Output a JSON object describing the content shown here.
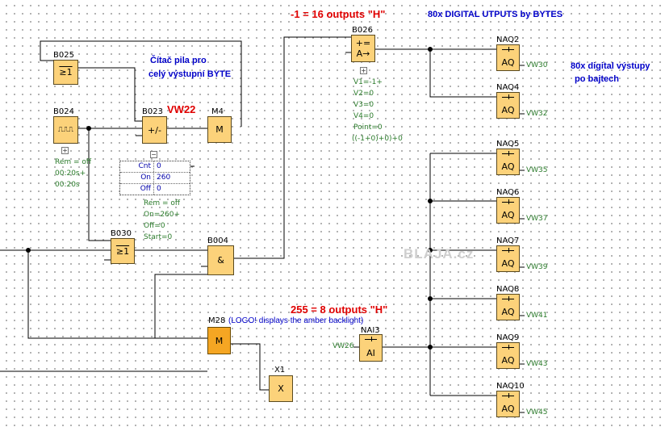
{
  "annotations": {
    "top_red": "-1 = 16 outputs \"H\"",
    "top_blue": "80x DIGITAL UTPUTS by BYTES",
    "right_blue_line1": "80x digital výstupy",
    "right_blue_line2": "po bajtech",
    "counter_note_line1": "Čítač pila pro",
    "counter_note_line2": "celý výstupní BYTE",
    "vw22": "VW22",
    "mid_red": "255 = 8 outputs \"H\"",
    "m28_note": "(LOGO! displays the amber backlight)",
    "watermark": "BLAJA.cz"
  },
  "blocks": {
    "b025": {
      "name": "B025",
      "symbol": "≥1"
    },
    "b024": {
      "name": "B024",
      "symbol": "⎍⎍⎍"
    },
    "b023": {
      "name": "B023",
      "symbol": "+/-"
    },
    "m4": {
      "name": "M4",
      "symbol": "M"
    },
    "b030": {
      "name": "B030",
      "symbol": "≥1"
    },
    "b004": {
      "name": "B004",
      "symbol": "&"
    },
    "m28": {
      "name": "M28",
      "symbol": "M"
    },
    "x1": {
      "name": "X1",
      "symbol": "X"
    },
    "nai3": {
      "name": "NAI3",
      "symbol": "AI"
    },
    "b026": {
      "name": "B026",
      "symbol_top": "+=",
      "symbol_bottom": "A→"
    }
  },
  "b024_params": {
    "line1": "Rem = off",
    "line2": "00:20s+",
    "line3": "00:20s"
  },
  "b023_params": {
    "line1": "Rem = off",
    "line2": "On=260+",
    "line3": "Off=0",
    "line4": "Start=0"
  },
  "b023_table": [
    {
      "key": "Cnt",
      "value": "0"
    },
    {
      "key": "On",
      "value": "260"
    },
    {
      "key": "Off",
      "value": "0"
    }
  ],
  "b026_params": {
    "line1": "V1=-1+",
    "line2": "V2=0",
    "line3": "V3=0",
    "line4": "V4=0",
    "line5": "Point=0",
    "line6": "((-1+0)+0)+0"
  },
  "nai3_input": "VW26",
  "outputs": [
    {
      "name": "NAQ2",
      "symbol": "AQ",
      "vw": "VW30"
    },
    {
      "name": "NAQ4",
      "symbol": "AQ",
      "vw": "VW32"
    },
    {
      "name": "NAQ5",
      "symbol": "AQ",
      "vw": "VW35"
    },
    {
      "name": "NAQ6",
      "symbol": "AQ",
      "vw": "VW37"
    },
    {
      "name": "NAQ7",
      "symbol": "AQ",
      "vw": "VW39"
    },
    {
      "name": "NAQ8",
      "symbol": "AQ",
      "vw": "VW41"
    },
    {
      "name": "NAQ9",
      "symbol": "AQ",
      "vw": "VW43"
    },
    {
      "name": "NAQ10",
      "symbol": "AQ",
      "vw": "VW45"
    }
  ]
}
